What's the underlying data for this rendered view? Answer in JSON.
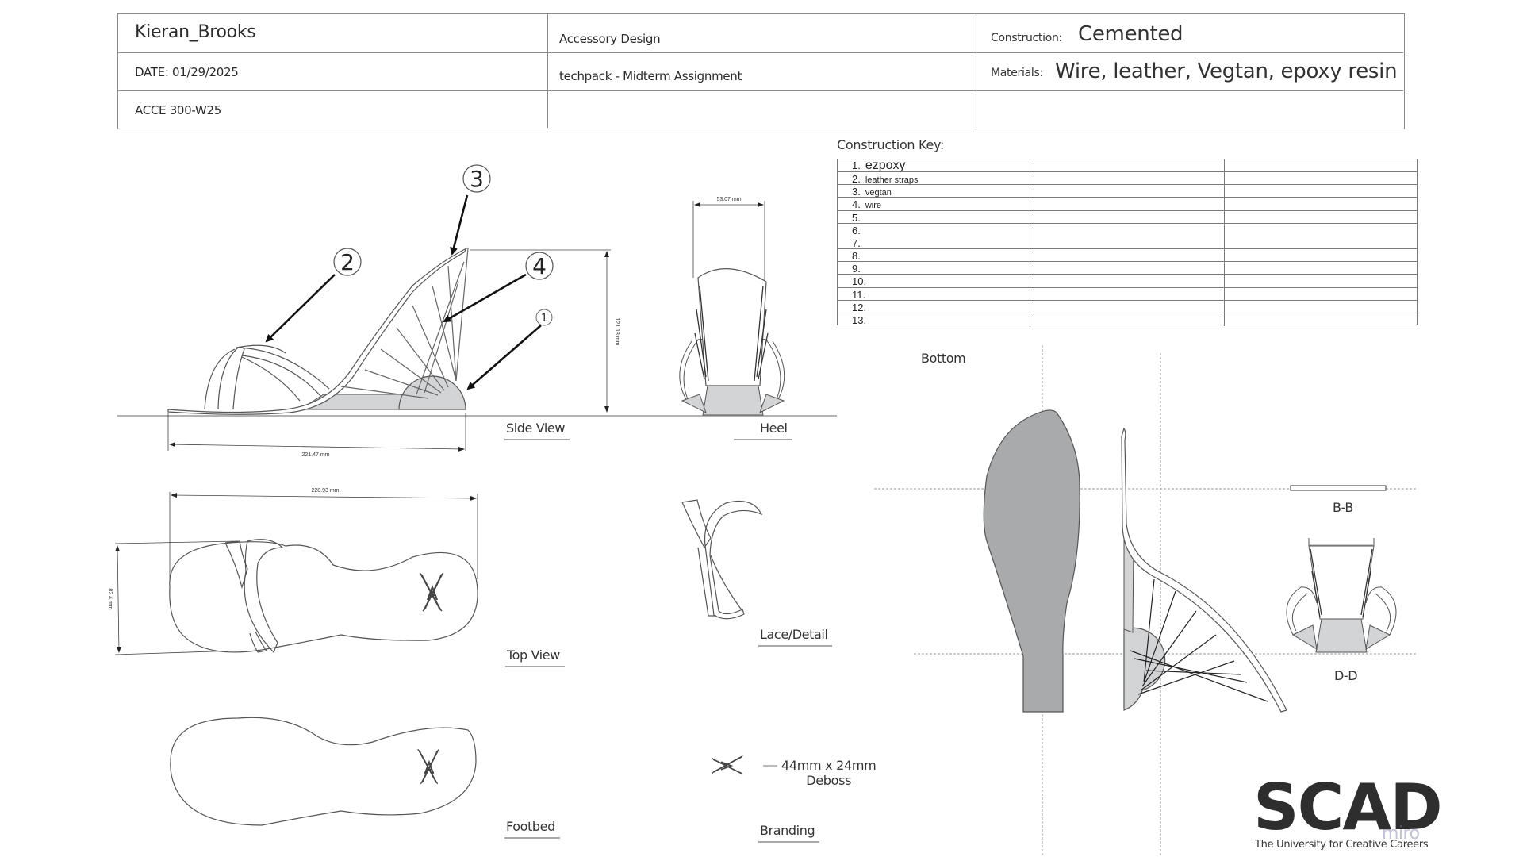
{
  "header": {
    "designer": "Kieran_Brooks",
    "date": "DATE: 01/29/2025",
    "course": "ACCE 300-W25",
    "department": "Accessory Design",
    "project": "techpack - Midterm Assignment",
    "construction_label": "Construction:",
    "construction_value": "Cemented",
    "materials_label": "Materials:",
    "materials_value": "Wire, leather, Vegtan, epoxy resin"
  },
  "construction_key": {
    "title": "Construction Key:",
    "rows": [
      {
        "num": "1.",
        "text": "ezpoxy"
      },
      {
        "num": "2.",
        "text": "leather straps"
      },
      {
        "num": "3.",
        "text": "vegtan"
      },
      {
        "num": "4.",
        "text": "wire"
      },
      {
        "num": "5.",
        "text": ""
      },
      {
        "num": "6.",
        "text": ""
      },
      {
        "num": "7.",
        "text": ""
      },
      {
        "num": "8.",
        "text": ""
      },
      {
        "num": "9.",
        "text": ""
      },
      {
        "num": "10.",
        "text": ""
      },
      {
        "num": "11.",
        "text": ""
      },
      {
        "num": "12.",
        "text": ""
      },
      {
        "num": "13.",
        "text": ""
      }
    ]
  },
  "views": {
    "side_view": "Side View",
    "heel": "Heel",
    "top_view": "Top View",
    "lace_detail": "Lace/Detail",
    "footbed": "Footbed",
    "branding": "Branding",
    "bottom": "Bottom",
    "section_b": "B-B",
    "section_d": "D-D"
  },
  "callouts": [
    "1",
    "2",
    "3",
    "4"
  ],
  "dimensions": {
    "side_length": "221.47 mm",
    "side_height": "121.13 mm",
    "heel_width": "53.07 mm",
    "top_length": "228.93 mm",
    "top_width": "82.4 mm"
  },
  "branding": {
    "size": "44mm x 24mm",
    "method": "Deboss"
  },
  "logo": {
    "name": "SCAD",
    "tagline": "The University for Creative Careers",
    "watermark": "miro"
  },
  "colors": {
    "line": "#555555",
    "fill_light": "#d3d4d6",
    "fill_dark": "#a9aaac",
    "text": "#2b2b2b"
  }
}
